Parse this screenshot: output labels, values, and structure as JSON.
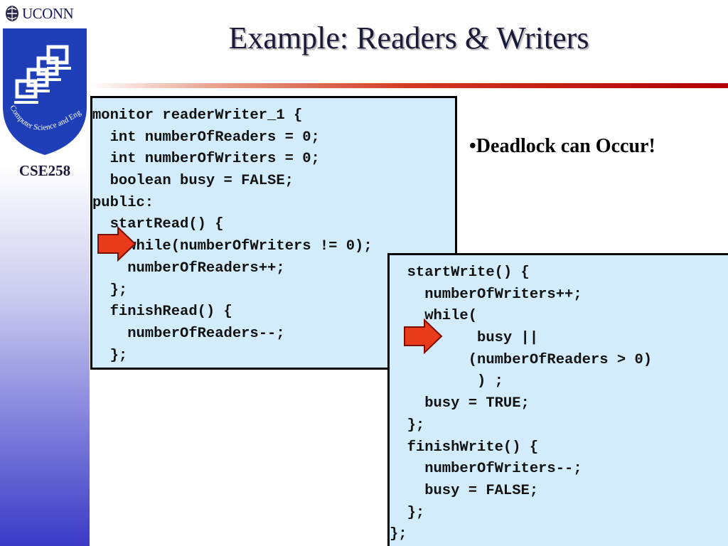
{
  "brand": {
    "university": "UCONN",
    "course": "CSE258",
    "logo_text": "Computer Science and Engineering"
  },
  "slide": {
    "title": "Example: Readers & Writers",
    "bullet": "•Deadlock can Occur!"
  },
  "code_left": [
    "monitor readerWriter_1 {",
    "  int numberOfReaders = 0;",
    "  int numberOfWriters = 0;",
    "  boolean busy = FALSE;",
    "public:",
    "  startRead() {",
    "    while(numberOfWriters != 0);",
    "    numberOfReaders++;",
    "  };",
    "  finishRead() {",
    "    numberOfReaders--;",
    "  };"
  ],
  "code_right": [
    "  startWrite() {",
    "    numberOfWriters++;",
    "    while(",
    "          busy ||",
    "         (numberOfReaders > 0)",
    "          ) ;",
    "    busy = TRUE;",
    "  };",
    "  finishWrite() {",
    "    numberOfWriters--;",
    "    busy = FALSE;",
    "  };",
    "};"
  ],
  "colors": {
    "code_bg": "#d2ecfb",
    "arrow": "#ea3a1c",
    "divider": "#c0281a",
    "sidebar_bottom": "#3a3ac6"
  },
  "icons": {
    "seal": "uconn-seal-icon",
    "logo": "stacked-computers-logo",
    "arrow": "right-arrow-icon"
  }
}
